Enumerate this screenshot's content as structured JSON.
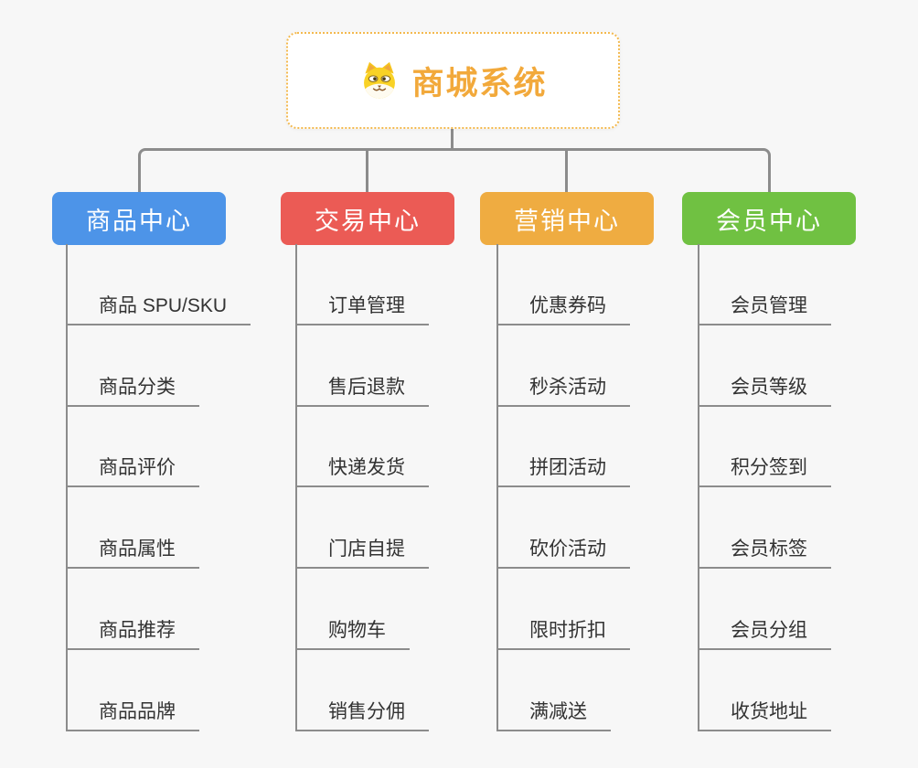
{
  "root": {
    "title": "商城系统",
    "icon": "shiba-dog-icon"
  },
  "colors": {
    "background": "#F7F7F7",
    "connector": "#8C8C8C",
    "root_border": "#F3B94F",
    "root_text": "#F2A93B",
    "leaf_text": "#333333",
    "leaf_line": "#8C8C8C"
  },
  "branches": [
    {
      "label": "商品中心",
      "color": "#4D94E8",
      "children": [
        "商品 SPU/SKU",
        "商品分类",
        "商品评价",
        "商品属性",
        "商品推荐",
        "商品品牌"
      ]
    },
    {
      "label": "交易中心",
      "color": "#EB5B55",
      "children": [
        "订单管理",
        "售后退款",
        "快递发货",
        "门店自提",
        "购物车",
        "销售分佣"
      ]
    },
    {
      "label": "营销中心",
      "color": "#EFAC41",
      "children": [
        "优惠券码",
        "秒杀活动",
        "拼团活动",
        "砍价活动",
        "限时折扣",
        "满减送"
      ]
    },
    {
      "label": "会员中心",
      "color": "#70C142",
      "children": [
        "会员管理",
        "会员等级",
        "积分签到",
        "会员标签",
        "会员分组",
        "收货地址"
      ]
    }
  ]
}
